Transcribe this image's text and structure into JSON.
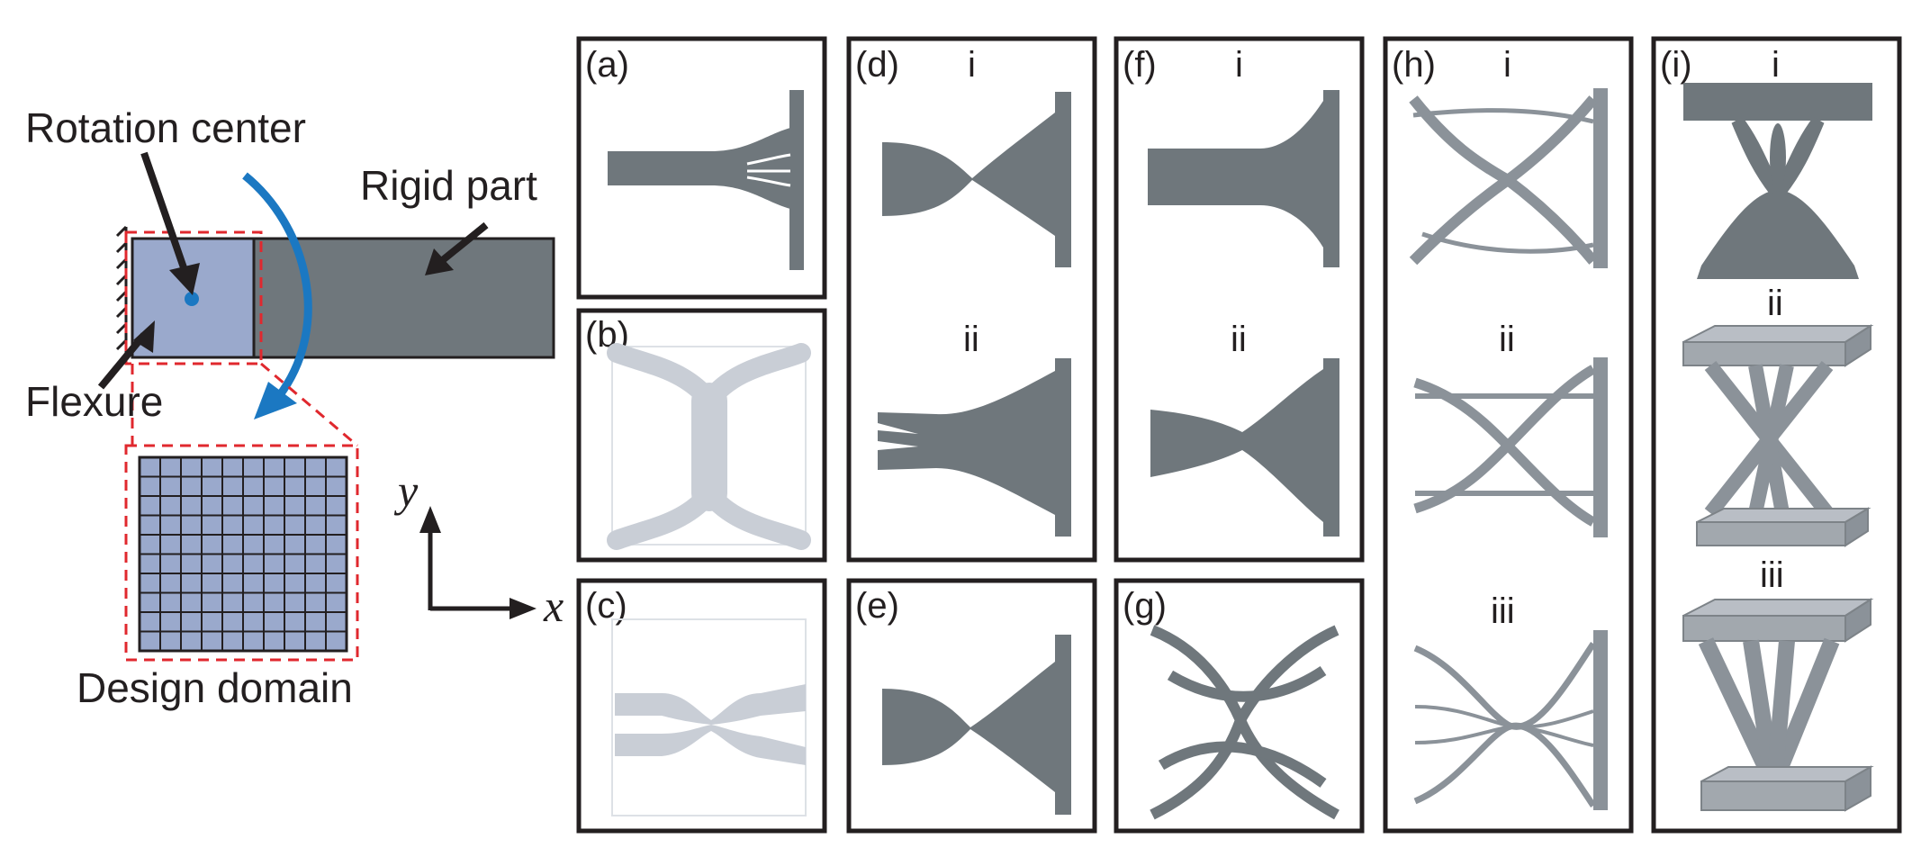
{
  "schematic": {
    "rotation_center": "Rotation center",
    "rigid_part": "Rigid part",
    "flexure": "Flexure",
    "design_domain": "Design domain",
    "axis_x": "x",
    "axis_y": "y",
    "grid_rows": 10,
    "grid_cols": 10
  },
  "panels": {
    "a": "(a)",
    "b": "(b)",
    "c": "(c)",
    "d": "(d)",
    "e": "(e)",
    "f": "(f)",
    "g": "(g)",
    "h": "(h)",
    "i": "(i)"
  },
  "subpanels": {
    "i": "i",
    "ii": "ii",
    "iii": "iii"
  },
  "colors": {
    "flexure_fill": "#9aa9cc",
    "rigid_fill": "#6f777c",
    "topology_dark": "#6f777c",
    "topology_light": "#c9ced6",
    "topology_mid": "#8b9299",
    "arrow_blue": "#1b78c2",
    "dashed_red": "#e0282e",
    "frame": "#231f20"
  }
}
